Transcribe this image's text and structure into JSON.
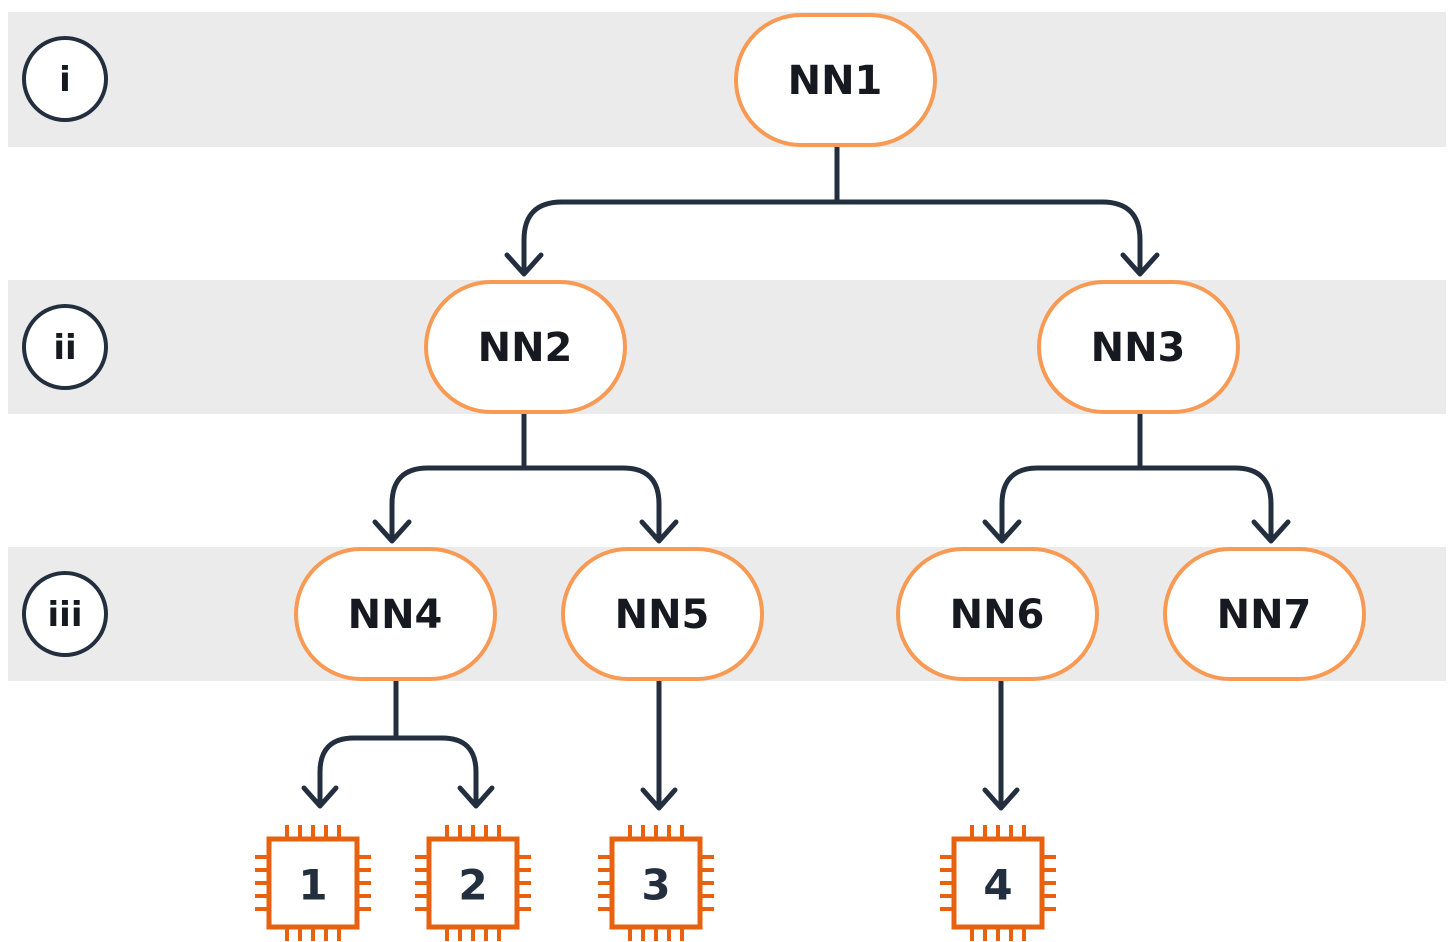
{
  "levels": [
    {
      "id": "i",
      "label": "i"
    },
    {
      "id": "ii",
      "label": "ii"
    },
    {
      "id": "iii",
      "label": "iii"
    }
  ],
  "nodes": [
    {
      "id": "NN1",
      "label": "NN1"
    },
    {
      "id": "NN2",
      "label": "NN2"
    },
    {
      "id": "NN3",
      "label": "NN3"
    },
    {
      "id": "NN4",
      "label": "NN4"
    },
    {
      "id": "NN5",
      "label": "NN5"
    },
    {
      "id": "NN6",
      "label": "NN6"
    },
    {
      "id": "NN7",
      "label": "NN7"
    }
  ],
  "chips": [
    {
      "id": "chip1",
      "label": "1",
      "icon": "processor-chip-icon"
    },
    {
      "id": "chip2",
      "label": "2",
      "icon": "processor-chip-icon"
    },
    {
      "id": "chip3",
      "label": "3",
      "icon": "processor-chip-icon"
    },
    {
      "id": "chip4",
      "label": "4",
      "icon": "processor-chip-icon"
    }
  ],
  "edges": [
    {
      "from": "NN1",
      "to": "NN2"
    },
    {
      "from": "NN1",
      "to": "NN3"
    },
    {
      "from": "NN2",
      "to": "NN4"
    },
    {
      "from": "NN2",
      "to": "NN5"
    },
    {
      "from": "NN3",
      "to": "NN6"
    },
    {
      "from": "NN3",
      "to": "NN7"
    },
    {
      "from": "NN4",
      "to": "chip1"
    },
    {
      "from": "NN4",
      "to": "chip2"
    },
    {
      "from": "NN5",
      "to": "chip3"
    },
    {
      "from": "NN6",
      "to": "chip4"
    }
  ],
  "colors": {
    "band": "#ebebeb",
    "node_border": "#f89a53",
    "chip": "#e8610e",
    "line": "#232f3e"
  }
}
